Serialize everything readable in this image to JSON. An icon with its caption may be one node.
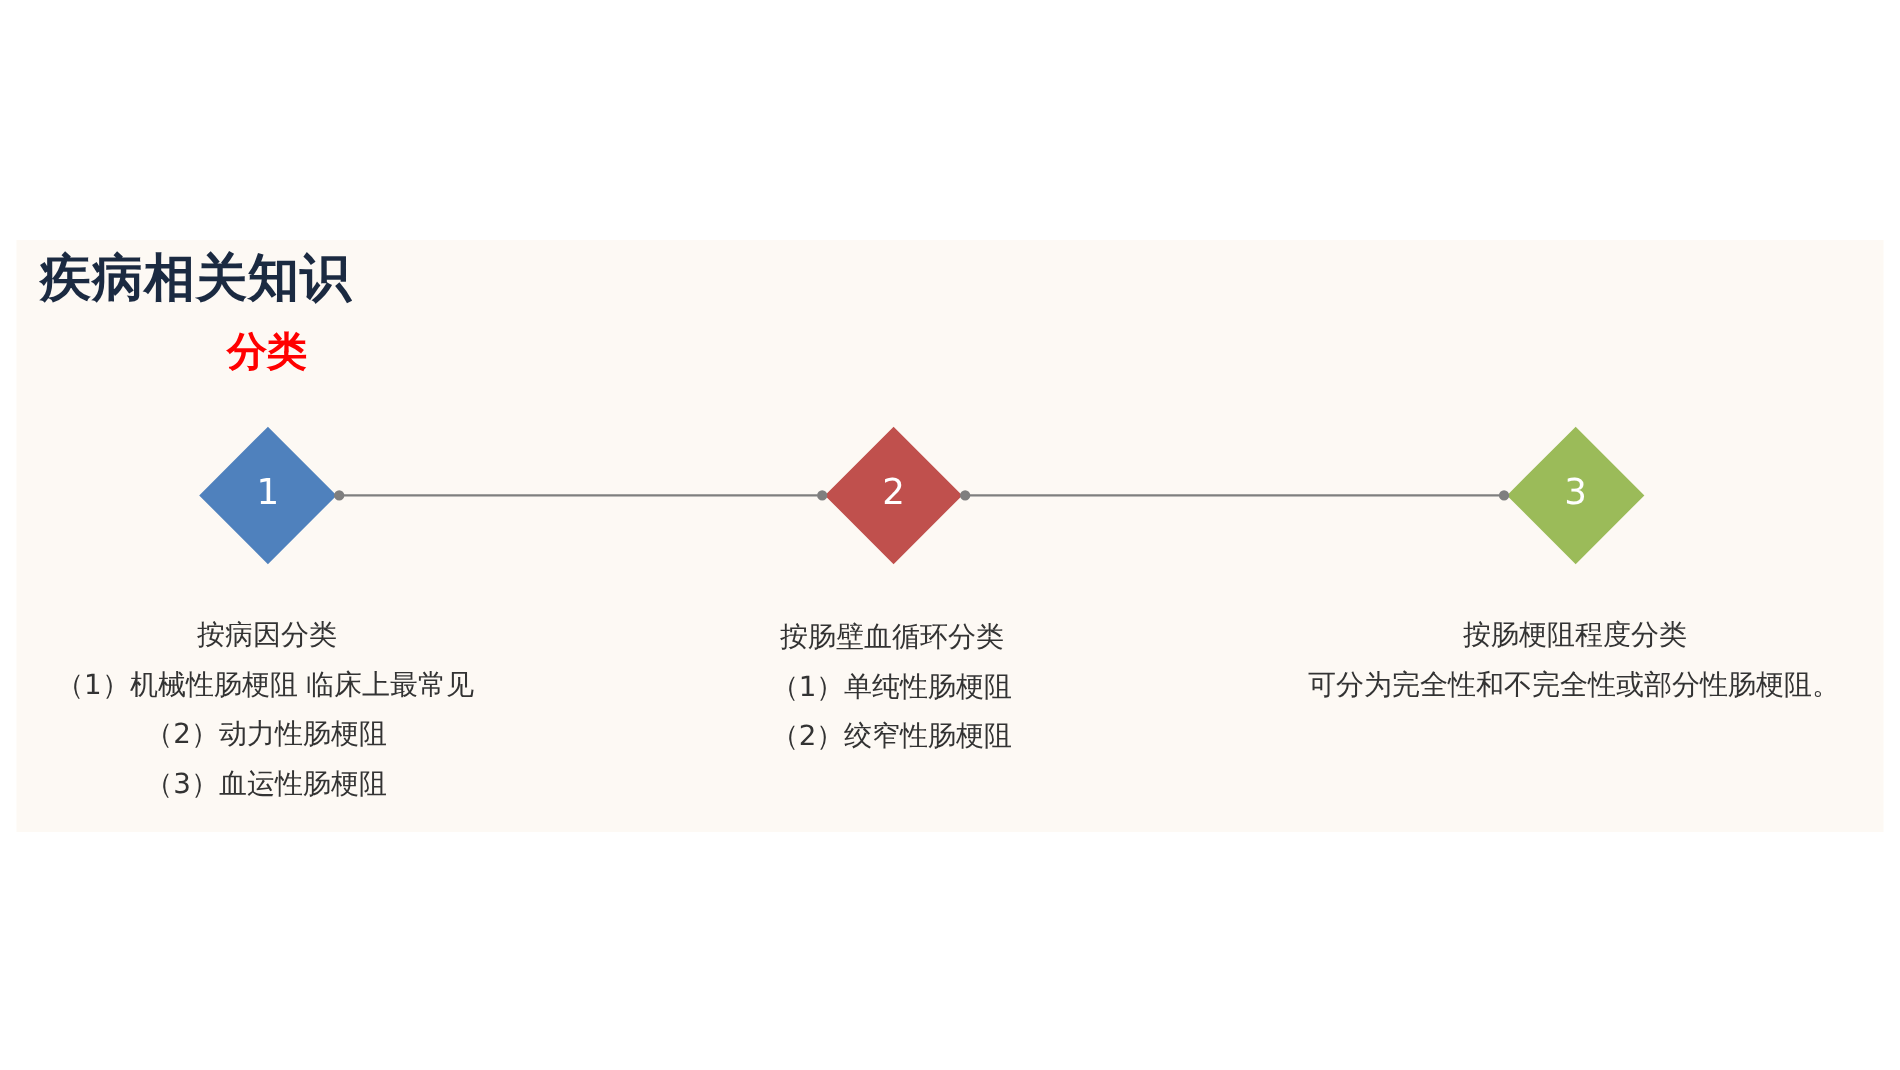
{
  "diagram": {
    "title": "疾病相关知识",
    "nodes": [
      {
        "text": [
          "1"
        ],
        "beside": [
          "按病因分类",
          "（1）机械性肠梗阻 临床上最常见",
          "（2）动力性肠梗阻",
          "（3）血运性肠梗阻"
        ]
      },
      {
        "text": [
          "2"
        ],
        "beside": [
          "按肠壁血循环分类",
          "（1）单纯性肠梗阻",
          "（2）绞窄性肠梗阻"
        ]
      },
      {
        "text": [
          "3"
        ],
        "beside": [
          "按肠梗阻程度分类",
          "可分为完全性和不完全性或部分性肠梗阻。"
        ]
      }
    ],
    "edges": [
      {
        "from": 0,
        "to": 1,
        "arrow": "other"
      },
      {
        "from": 1,
        "to": 2,
        "arrow": "other"
      }
    ],
    "labels": [
      "分类"
    ]
  }
}
